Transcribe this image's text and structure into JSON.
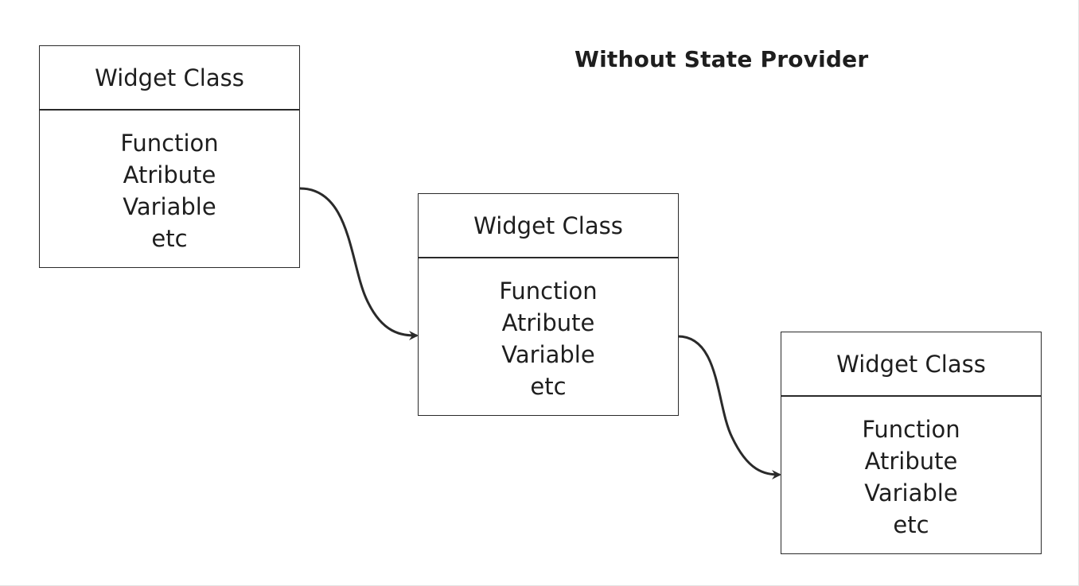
{
  "diagram": {
    "title": "Without State Provider",
    "nodes": [
      {
        "header": "Widget Class",
        "lines": [
          "Function",
          "Atribute",
          "Variable",
          "etc"
        ]
      },
      {
        "header": "Widget Class",
        "lines": [
          "Function",
          "Atribute",
          "Variable",
          "etc"
        ]
      },
      {
        "header": "Widget Class",
        "lines": [
          "Function",
          "Atribute",
          "Variable",
          "etc"
        ]
      }
    ],
    "edges": [
      {
        "from": 0,
        "to": 1
      },
      {
        "from": 1,
        "to": 2
      }
    ],
    "colors": {
      "stroke": "#2a2a2a",
      "text": "#1e1e1e",
      "background": "#ffffff"
    }
  }
}
